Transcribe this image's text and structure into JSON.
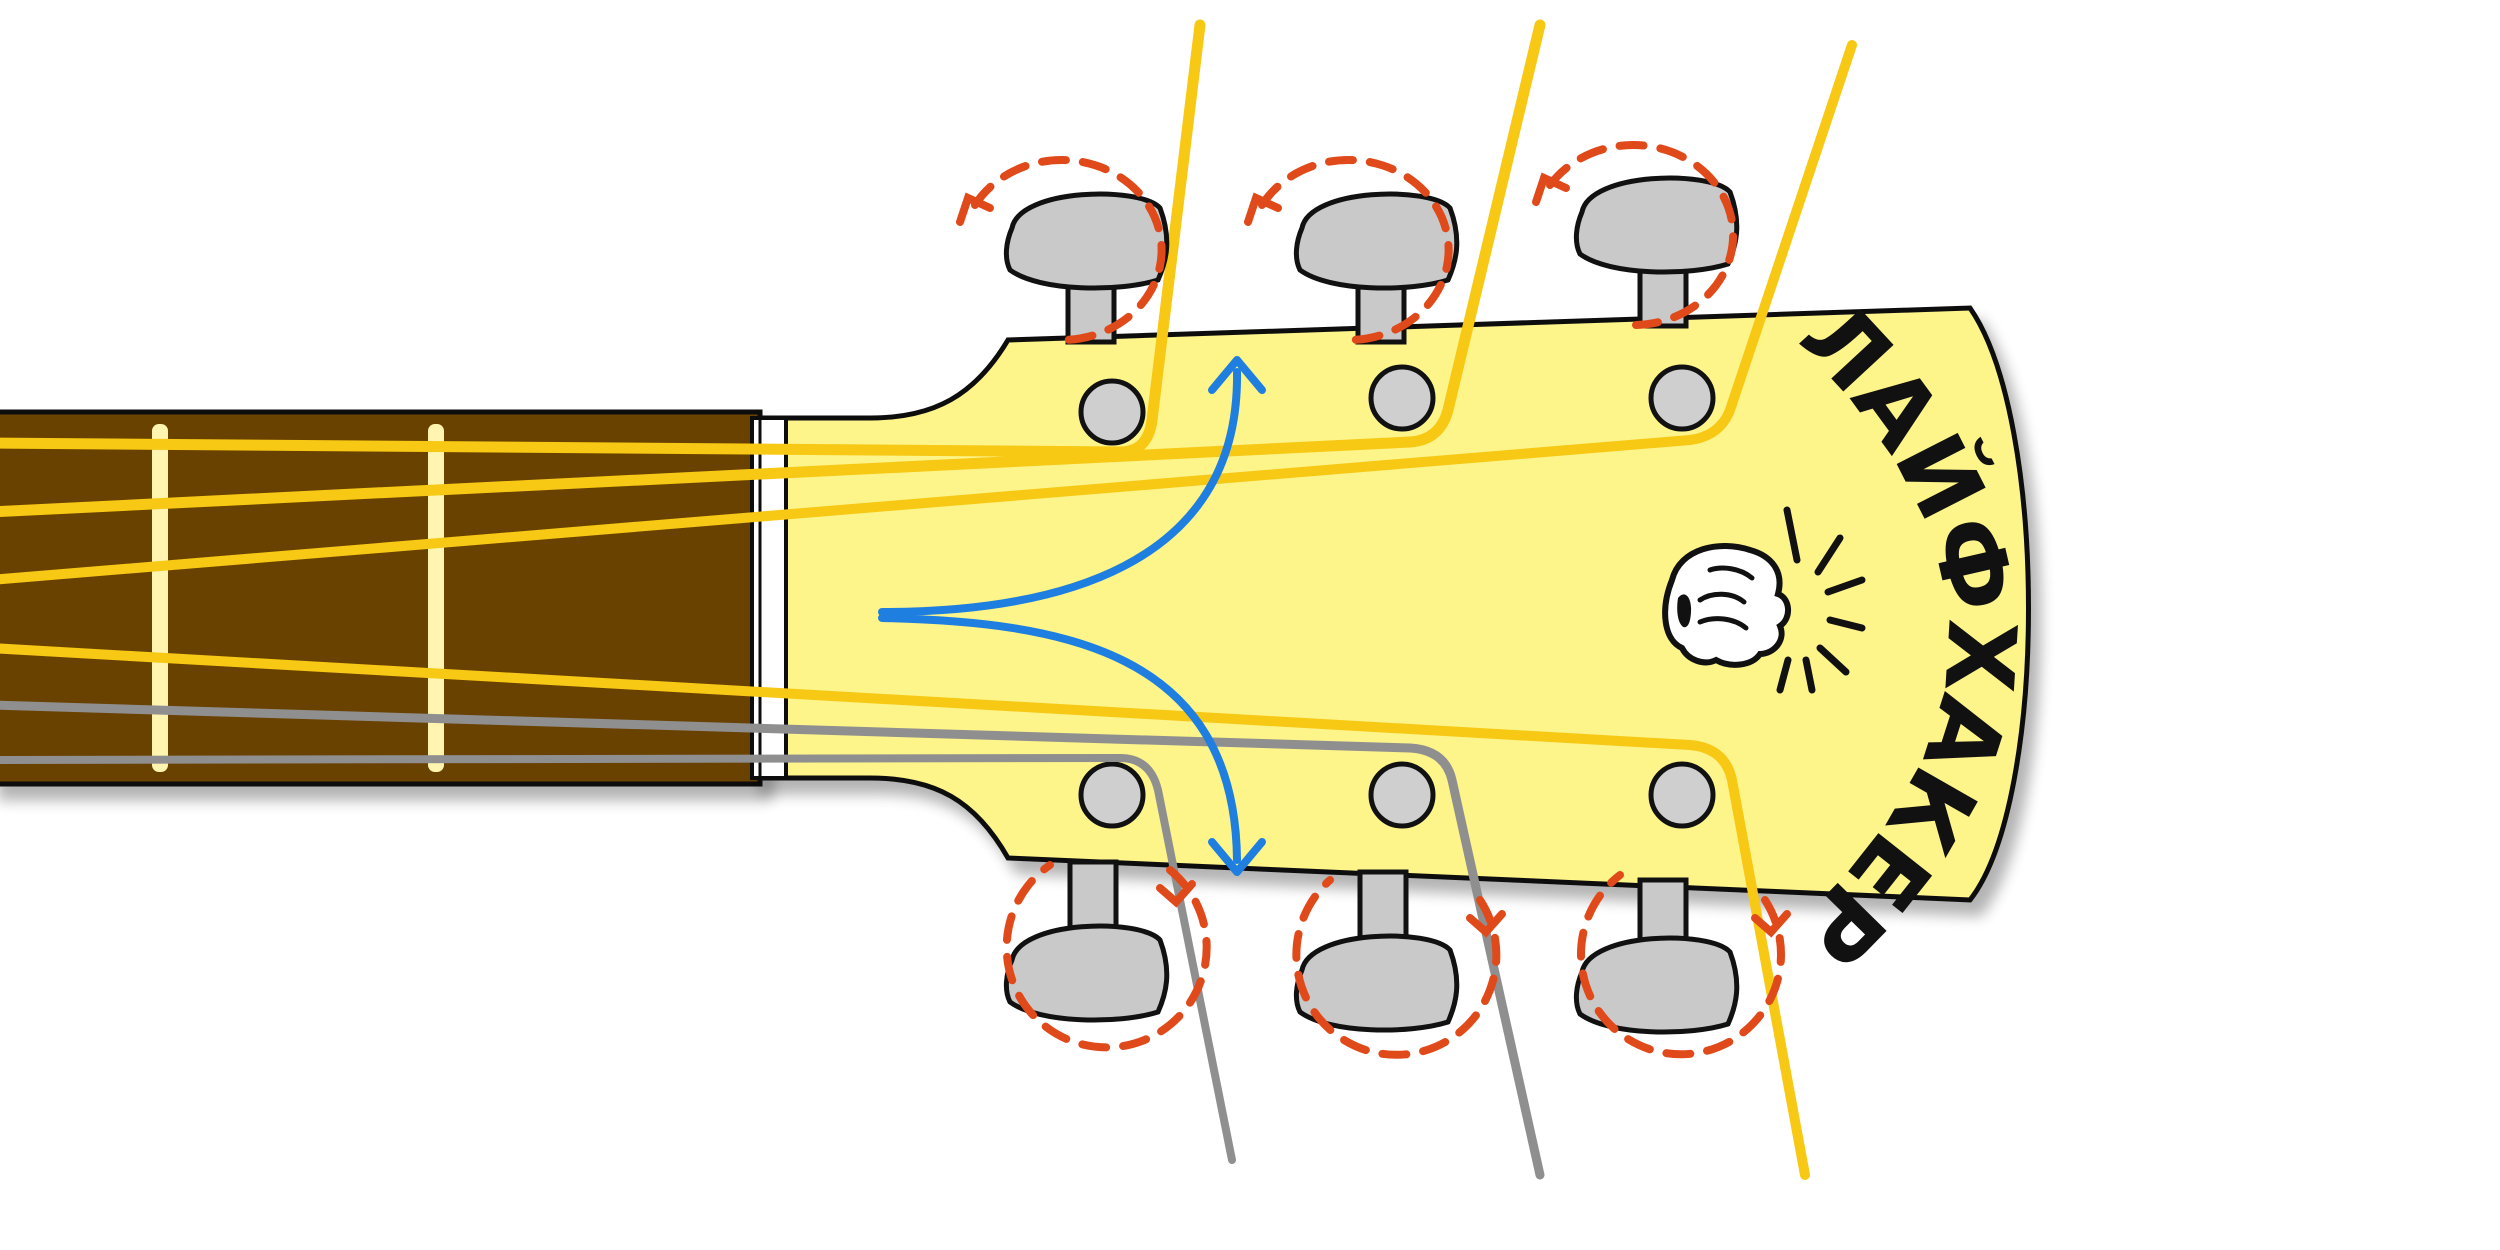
{
  "brand": {
    "name": "ЛАЙФХАКЕР"
  },
  "colors": {
    "fretboard": "#6b4300",
    "fret": "#fff4b0",
    "headstock": "#fdf48a",
    "string_gold": "#f7c814",
    "string_silver": "#8f8f8f",
    "peg": "#c9c9c9",
    "rotation_arrow": "#e04a1b",
    "direction_arrow": "#1e7fe0",
    "outline": "#111111"
  },
  "icons": {
    "logo": "fist-icon",
    "rotation": "rotation-arrow-icon",
    "direction": "double-arrow-icon"
  },
  "pegs": {
    "top": [
      "peg-top-1",
      "peg-top-2",
      "peg-top-3"
    ],
    "bottom": [
      "peg-bottom-1",
      "peg-bottom-2",
      "peg-bottom-3"
    ]
  },
  "strings": [
    {
      "id": "string-1",
      "color": "gold"
    },
    {
      "id": "string-2",
      "color": "gold"
    },
    {
      "id": "string-3",
      "color": "gold"
    },
    {
      "id": "string-4",
      "color": "gold"
    },
    {
      "id": "string-5",
      "color": "silver"
    },
    {
      "id": "string-6",
      "color": "silver"
    }
  ]
}
